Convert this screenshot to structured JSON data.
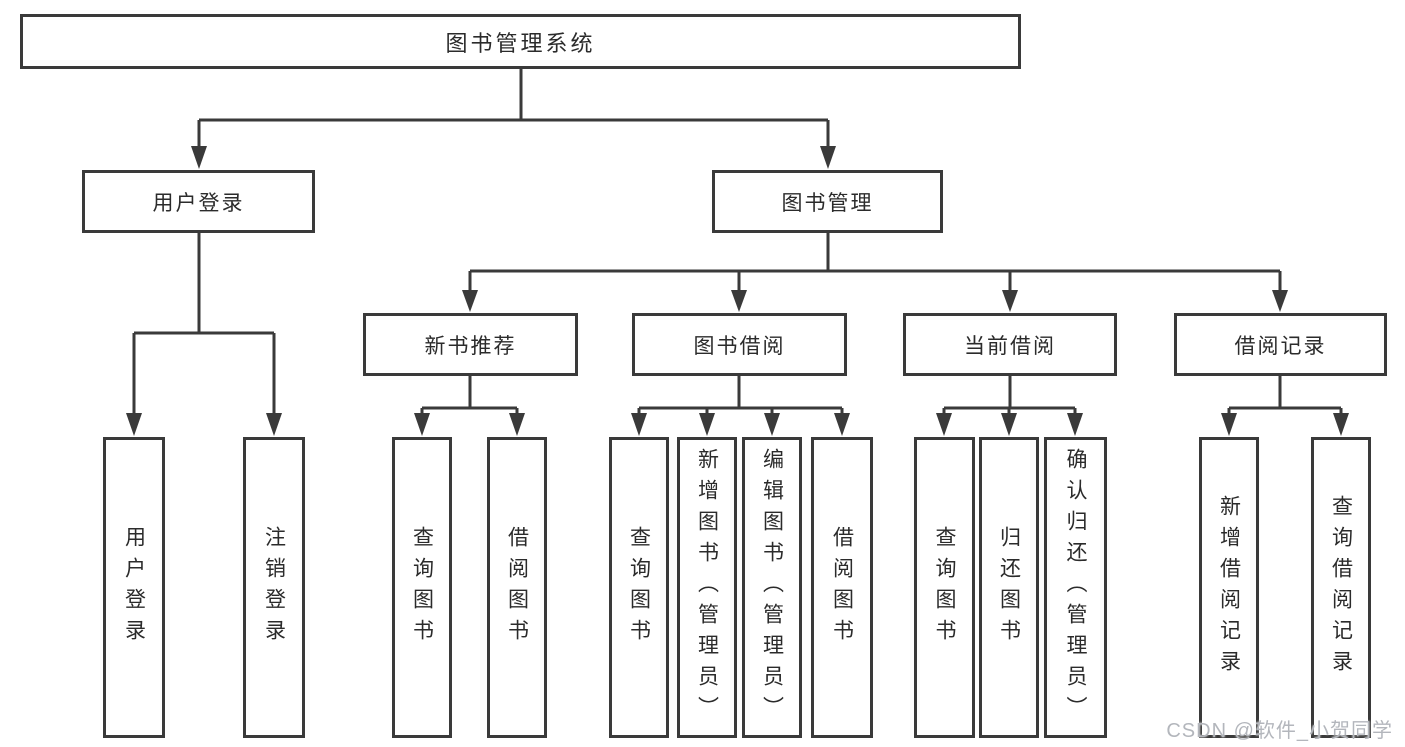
{
  "watermark": "CSDN @软件_小贺同学",
  "tree": {
    "root": {
      "label": "图书管理系统"
    },
    "branches": [
      {
        "label": "用户登录",
        "leaves": [
          {
            "label": "用户登录"
          },
          {
            "label": "注销登录"
          }
        ]
      },
      {
        "label": "图书管理",
        "children": [
          {
            "label": "新书推荐",
            "leaves": [
              {
                "label": "查询图书"
              },
              {
                "label": "借阅图书"
              }
            ]
          },
          {
            "label": "图书借阅",
            "leaves": [
              {
                "label": "查询图书"
              },
              {
                "label": "新增图书（管理员）"
              },
              {
                "label": "编辑图书（管理员）"
              },
              {
                "label": "借阅图书"
              }
            ]
          },
          {
            "label": "当前借阅",
            "leaves": [
              {
                "label": "查询图书"
              },
              {
                "label": "归还图书"
              },
              {
                "label": "确认归还（管理员）"
              }
            ]
          },
          {
            "label": "借阅记录",
            "leaves": [
              {
                "label": "新增借阅记录"
              },
              {
                "label": "查询借阅记录"
              }
            ]
          }
        ]
      }
    ]
  }
}
